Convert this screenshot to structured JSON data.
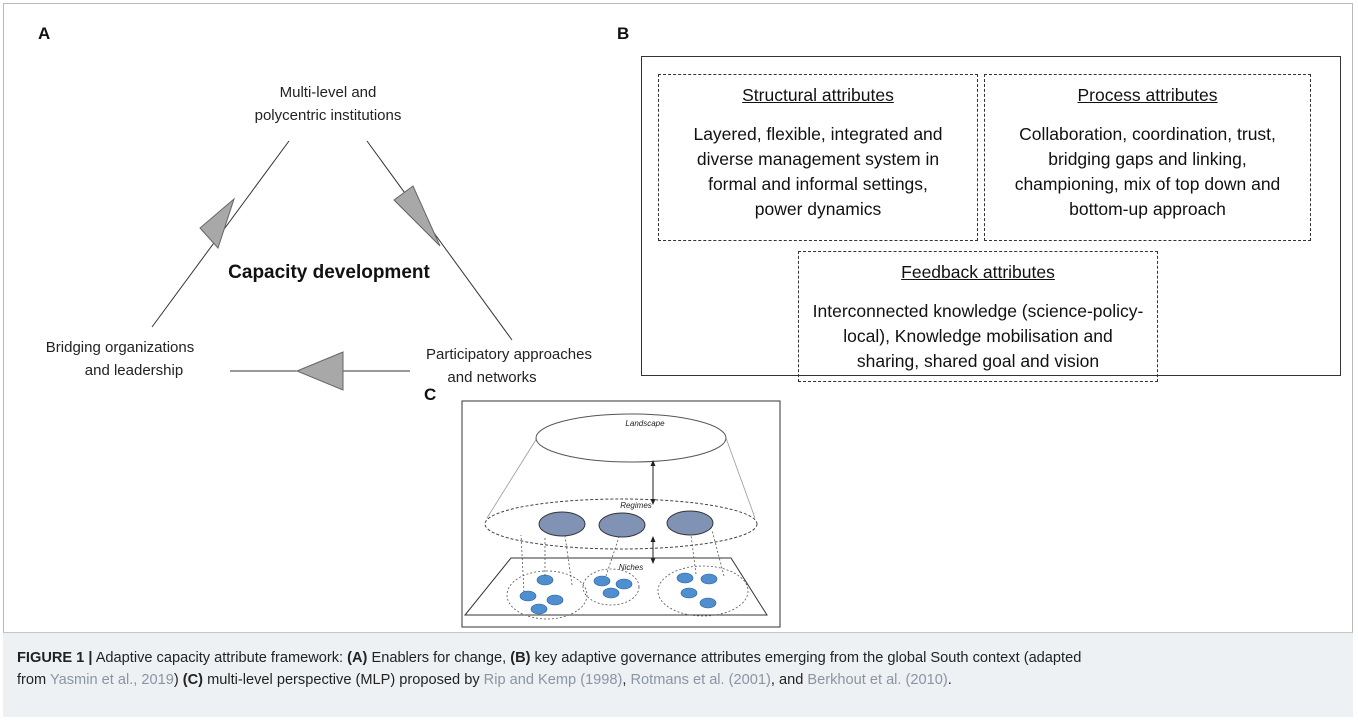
{
  "panels": {
    "a_label": "A",
    "b_label": "B",
    "c_label": "C"
  },
  "panel_a": {
    "top_node": [
      "Multi-level and",
      "polycentric institutions"
    ],
    "left_node": [
      "Bridging organizations",
      "and leadership"
    ],
    "right_node": [
      "Participatory approaches",
      "and networks"
    ],
    "center": "Capacity development"
  },
  "panel_b": {
    "structural": {
      "heading": "Structural attributes",
      "lines": [
        "Layered, flexible, integrated and",
        "diverse management system in",
        "formal and informal settings,",
        "power dynamics"
      ]
    },
    "process": {
      "heading": "Process attributes",
      "lines": [
        "Collaboration, coordination, trust,",
        "bridging gaps and linking,",
        "championing, mix of top down and",
        "bottom-up approach"
      ]
    },
    "feedback": {
      "heading": "Feedback attributes",
      "lines": [
        "Interconnected knowledge (science-policy-",
        "local), Knowledge mobilisation and",
        "sharing, shared goal and vision"
      ]
    }
  },
  "panel_c": {
    "landscape": "Landscape",
    "regimes": "Regimes",
    "niches": "Niches"
  },
  "caption": {
    "figure": "FIGURE 1 |",
    "t1": " Adaptive capacity attribute framework: ",
    "a": "(A)",
    "t2": " Enablers for change, ",
    "b": "(B)",
    "t3": " key adaptive governance attributes emerging from the global South context (adapted",
    "t4": "from ",
    "ref1": "Yasmin et al., 2019",
    "t5": ") ",
    "c": "(C)",
    "t6": " multi-level perspective (MLP) proposed by ",
    "ref2": "Rip and Kemp (1998)",
    "t7": ", ",
    "ref3": "Rotmans et al. (2001)",
    "t8": ", and ",
    "ref4": "Berkhout et al. (2010)",
    "t9": "."
  },
  "colors": {
    "arrow_fill": "#a8a8a8",
    "regime_fill": "#8193b5",
    "niche_fill": "#4f8fd0",
    "caption_bg": "#eef1f3",
    "ref_text": "#8a94a3"
  }
}
